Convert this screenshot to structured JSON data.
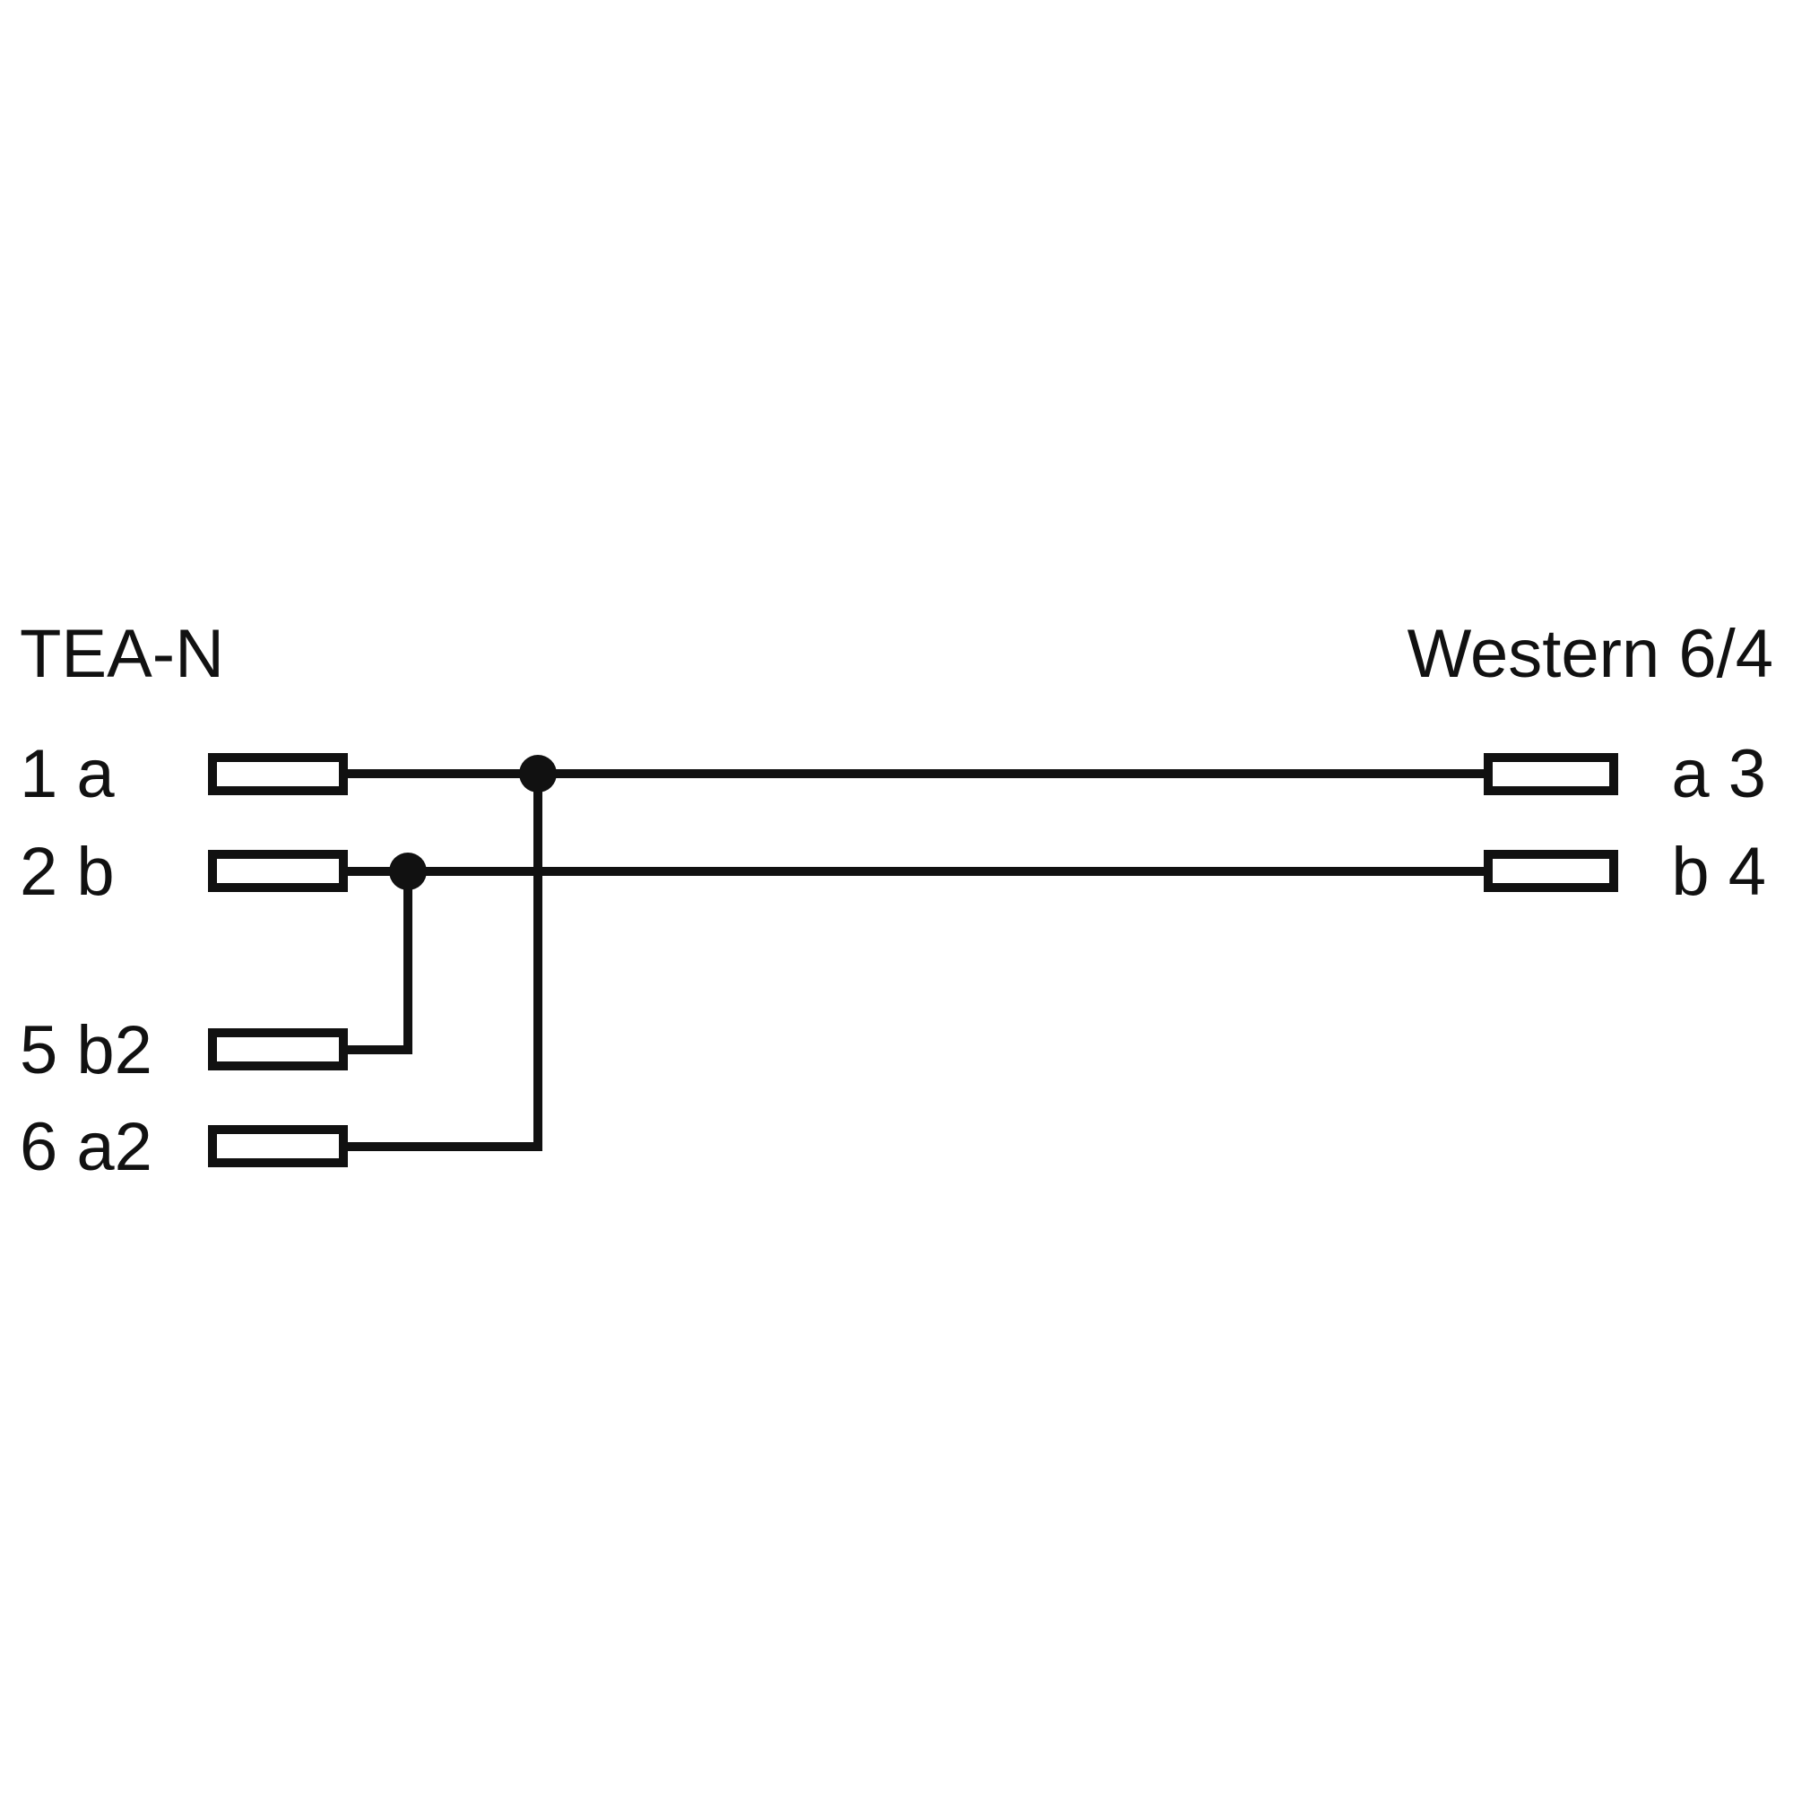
{
  "diagram": {
    "title_left": "TEA-N",
    "title_right": "Western 6/4",
    "left_pins": [
      {
        "label": "1 a"
      },
      {
        "label": "2 b"
      },
      {
        "label": "5 b2"
      },
      {
        "label": "6 a2"
      }
    ],
    "right_pins": [
      {
        "label": "a 3"
      },
      {
        "label": "b 4"
      }
    ],
    "connections": [
      {
        "from": "1 a",
        "to": "a 3"
      },
      {
        "from": "2 b",
        "to": "b 4"
      },
      {
        "from": "6 a2",
        "to": "1 a",
        "junction": "dot"
      },
      {
        "from": "5 b2",
        "to": "2 b",
        "junction": "dot"
      }
    ],
    "colors": {
      "line": "#111111",
      "background": "#ffffff"
    }
  }
}
